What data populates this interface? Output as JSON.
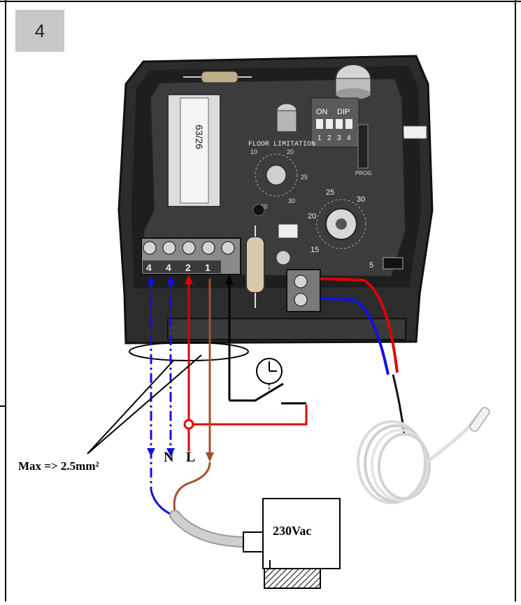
{
  "step_number": "4",
  "cable_section_label": "Max => 2.5mm²",
  "neutral_label": "N",
  "live_label": "L",
  "load_label": "230Vac",
  "dip_switch": {
    "on_label": "ON",
    "dip_label": "DIP",
    "switch_numbers": [
      "1",
      "2",
      "3",
      "4"
    ]
  },
  "board_label": "FLOOR LIMITATION",
  "prog_label": "PROG",
  "terminal_numbers": [
    "4",
    "4",
    "2",
    "1"
  ],
  "dial_numbers": [
    "10",
    "20",
    "25",
    "30",
    "40",
    "15",
    "25",
    "30",
    "20",
    "5"
  ],
  "sticker_text": "63/26",
  "colors": {
    "neutral_wire": "#1010e0",
    "live_wire": "#e00000",
    "switched_wire": "#a0522d",
    "housing": "#2a2a2a",
    "pcb": "#3a3a3a",
    "sensor_cable": "#e6e6e6",
    "badge": "#c8c8c8"
  }
}
